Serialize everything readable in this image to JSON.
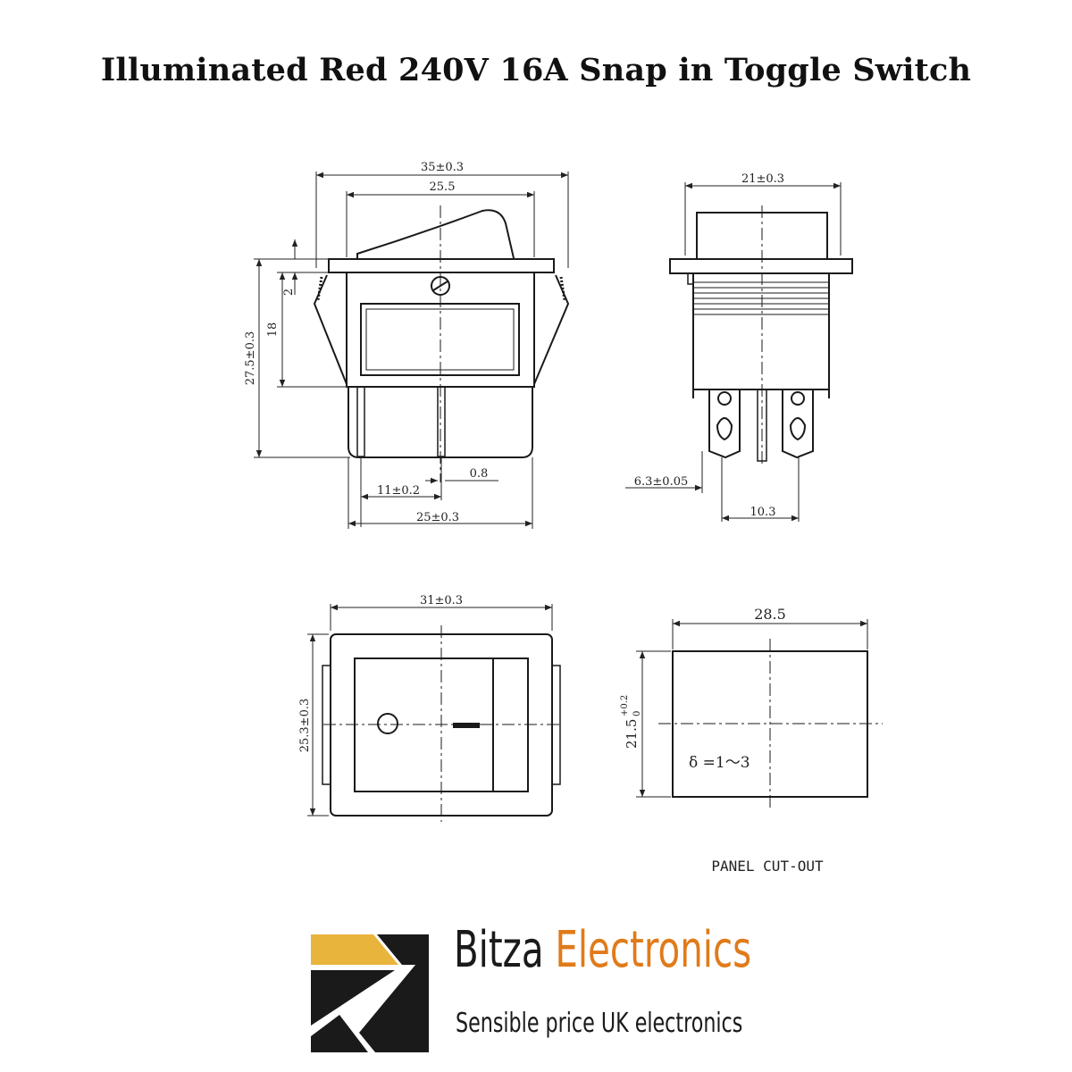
{
  "title": "Illuminated Red 240V 16A Snap in Toggle Switch",
  "front_view": {
    "overall_width": "35±0.3",
    "rocker_width": "25.5",
    "total_height": "27.5±0.3",
    "body_height": "18",
    "bezel_thickness": "2",
    "terminal_thickness": "0.8",
    "terminal_pitch": "11±0.2",
    "body_width": "25±0.3"
  },
  "side_view": {
    "width": "21±0.3",
    "terminal_width": "6.3±0.05",
    "terminal_spacing": "10.3"
  },
  "top_view": {
    "width": "31±0.3",
    "height": "25.3±0.3"
  },
  "panel_cutout": {
    "width": "28.5",
    "height_base": "21.5",
    "height_tol_upper": "+0.2",
    "height_tol_lower": "0",
    "thickness": "δ =1～3",
    "caption": "PANEL CUT-OUT"
  },
  "brand": {
    "name_first": "Bitza",
    "name_second": "Electronics",
    "tagline": "Sensible price UK electronics",
    "color_dark": "#1a1a1a",
    "color_accent": "#e07b1a",
    "logo_yellow": "#e8b43c"
  }
}
